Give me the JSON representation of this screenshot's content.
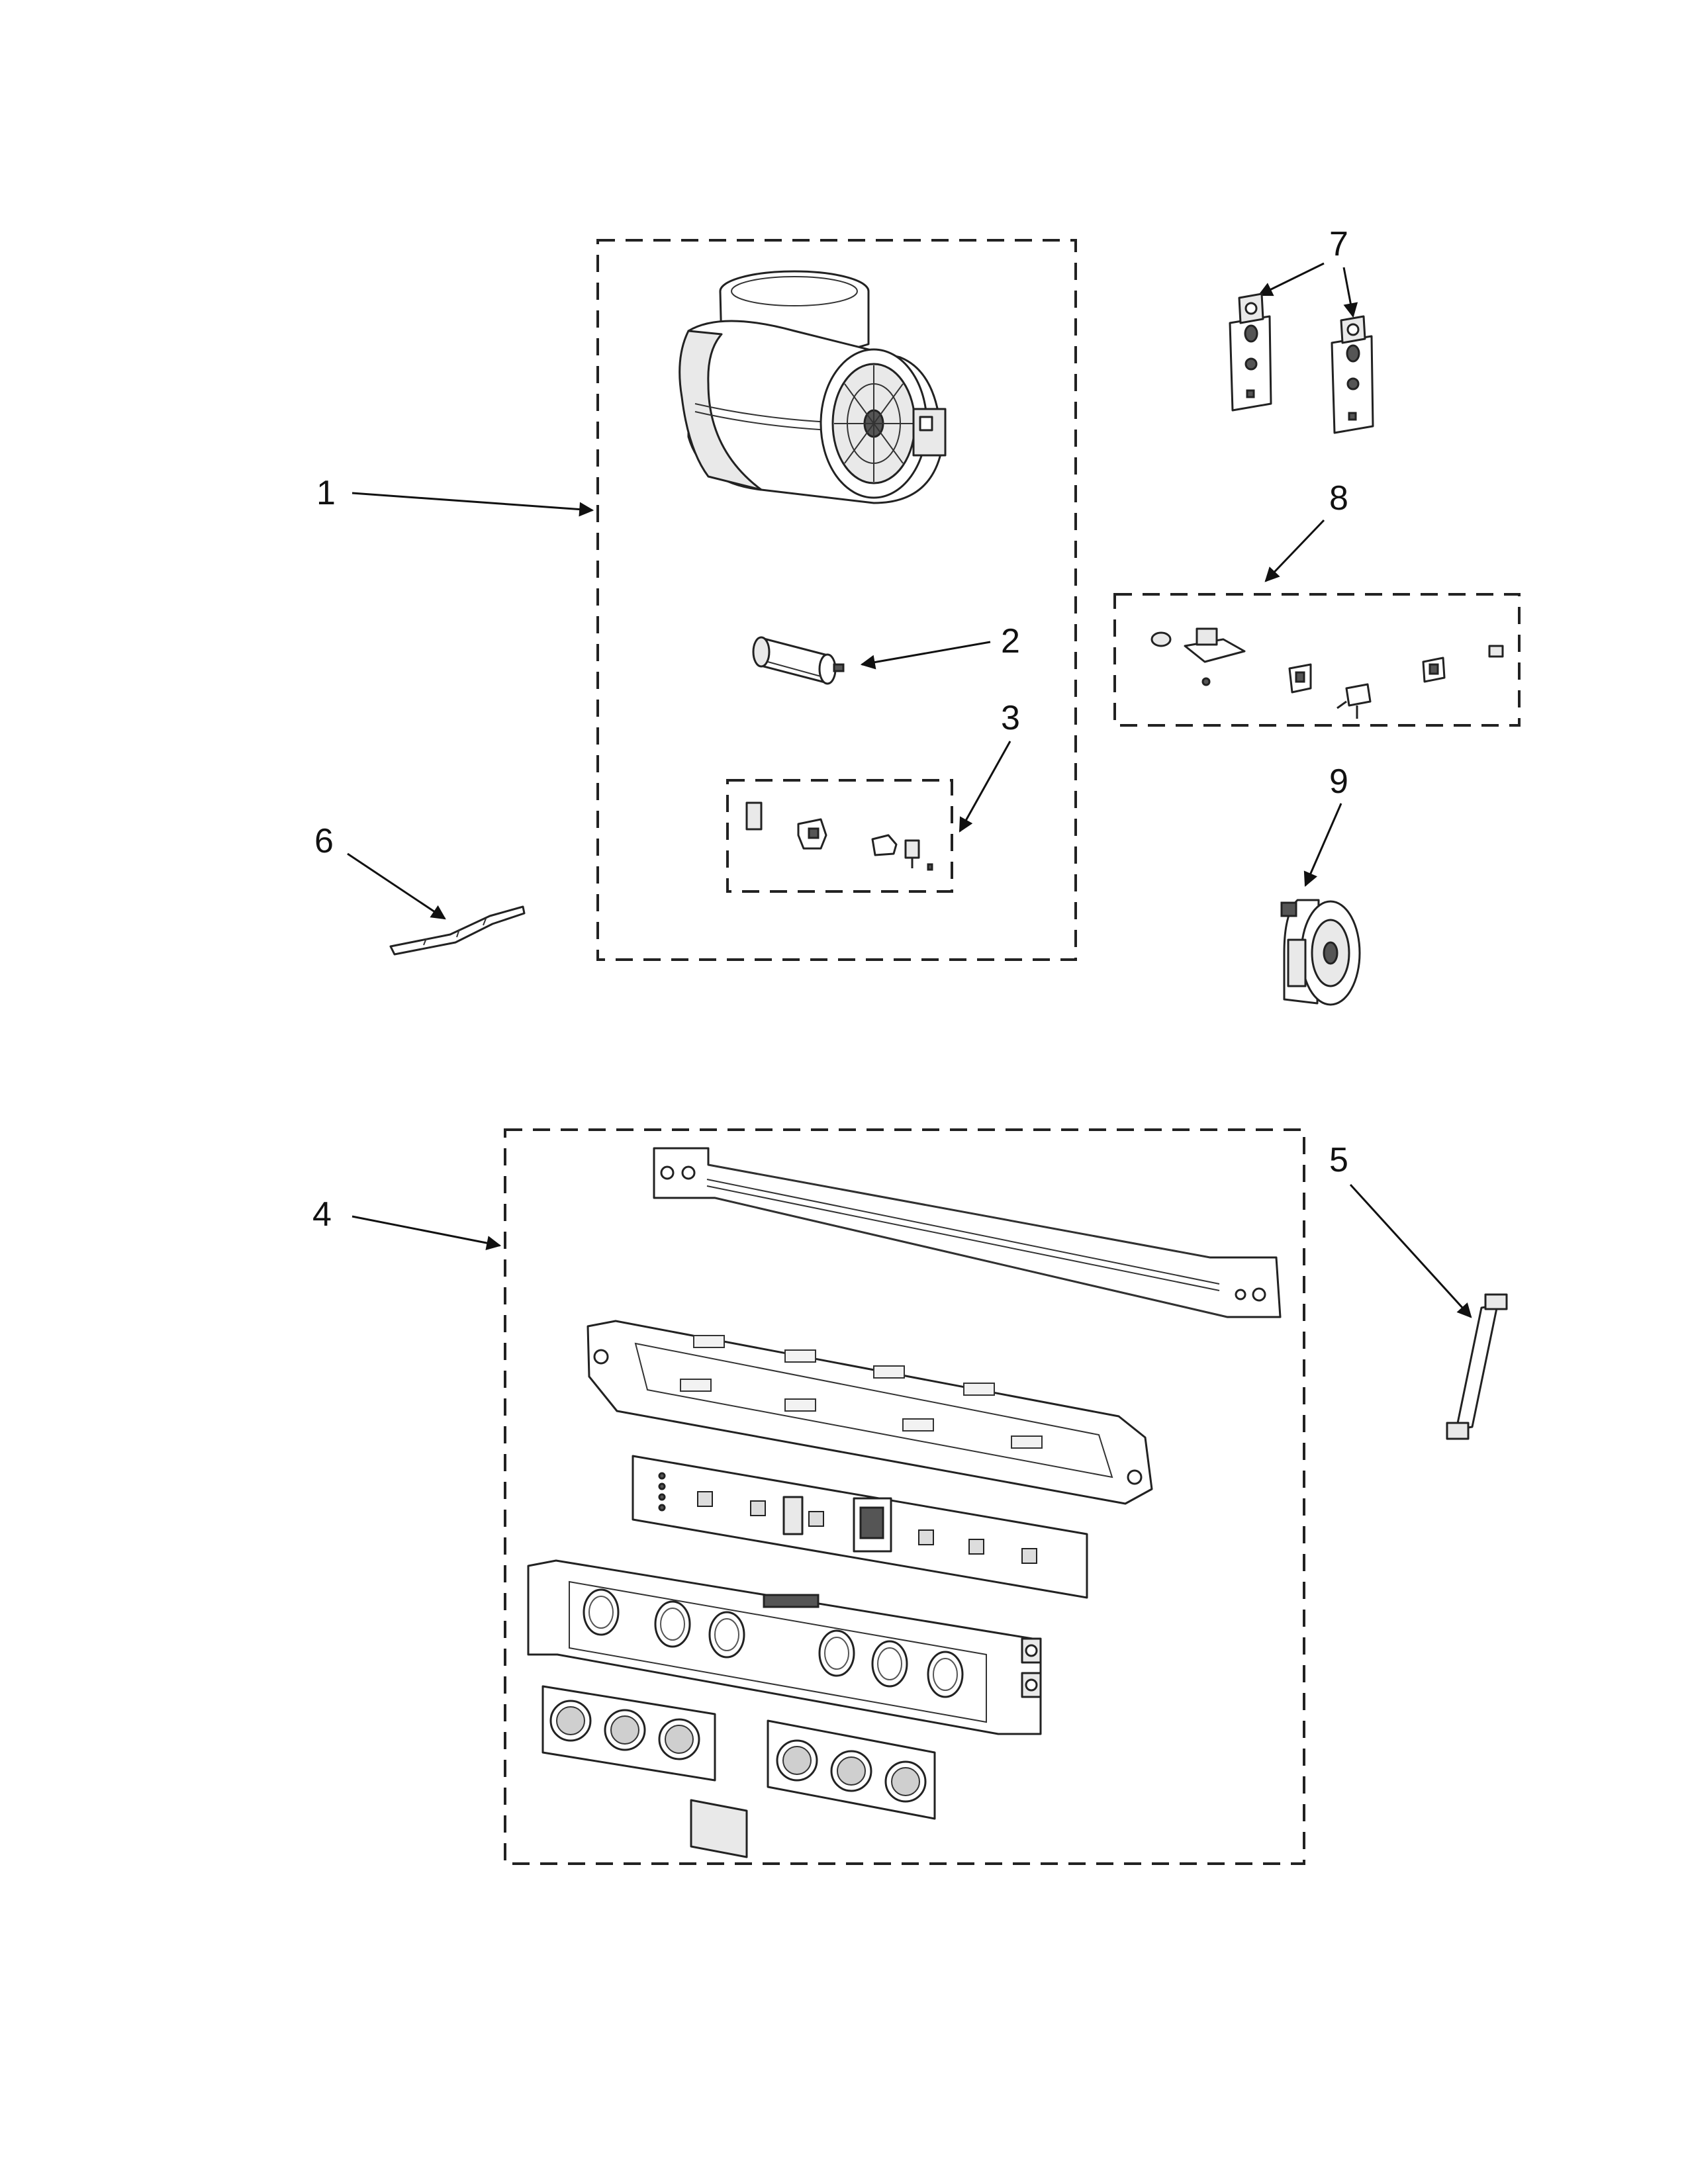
{
  "callouts": [
    "1",
    "2",
    "3",
    "4",
    "5",
    "6",
    "7",
    "8",
    "9"
  ],
  "colors": {
    "line": "#222222",
    "background": "#ffffff"
  }
}
